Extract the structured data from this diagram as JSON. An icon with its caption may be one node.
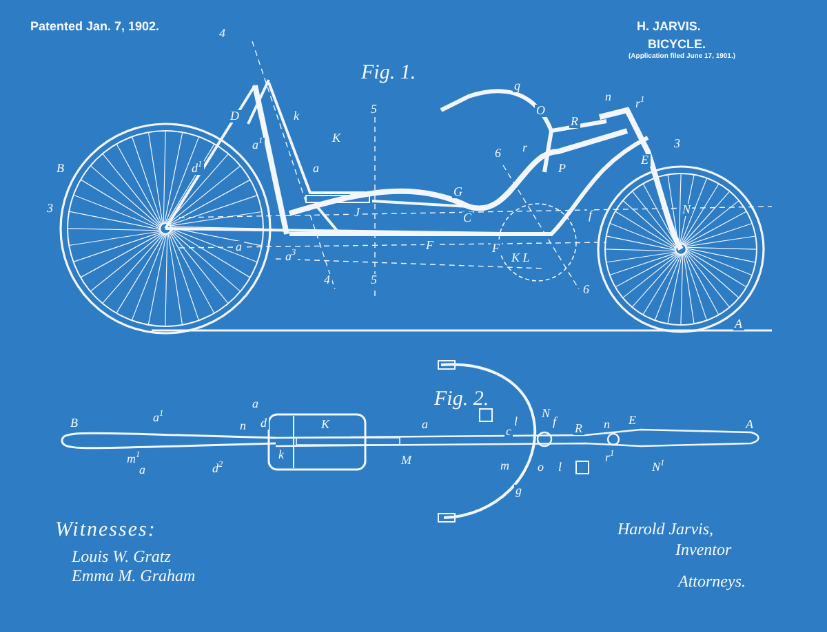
{
  "diagram": {
    "labels": [
      "Patented Jan. 7, 1902.",
      "H. JARVIS.",
      "BICYCLE.",
      "(Application filed June 17, 1901.)",
      "Fig. 1.",
      "4",
      "D",
      "B",
      "3",
      "d$^{1}$",
      "k",
      "a$^{1}$",
      "K",
      "5",
      "a",
      "J",
      "a",
      "a$^{3}$",
      "4",
      "5",
      "G",
      "C",
      "F",
      "q",
      "n",
      "r$^{1}$",
      "O",
      "R",
      "r",
      "E",
      "3",
      "6",
      "P",
      "f",
      "N",
      "F",
      "K L",
      "6",
      "A",
      "Fig. 2.",
      "B",
      "a$^{1}$",
      "n",
      "a",
      "d",
      "k",
      "K",
      "m$^{1}$",
      "a",
      "d$^{2}$",
      "M",
      "a",
      "c",
      "l",
      "N",
      "f",
      "R",
      "n",
      "E",
      "A",
      "r$^{1}$",
      "m",
      "o",
      "l",
      "g",
      "N$^{1}$",
      "Witnesses:",
      "Louis W. Gratz",
      "Emma M. Graham",
      "Harold Jarvis,",
      "Inventor",
      "Attorneys."
    ]
  }
}
